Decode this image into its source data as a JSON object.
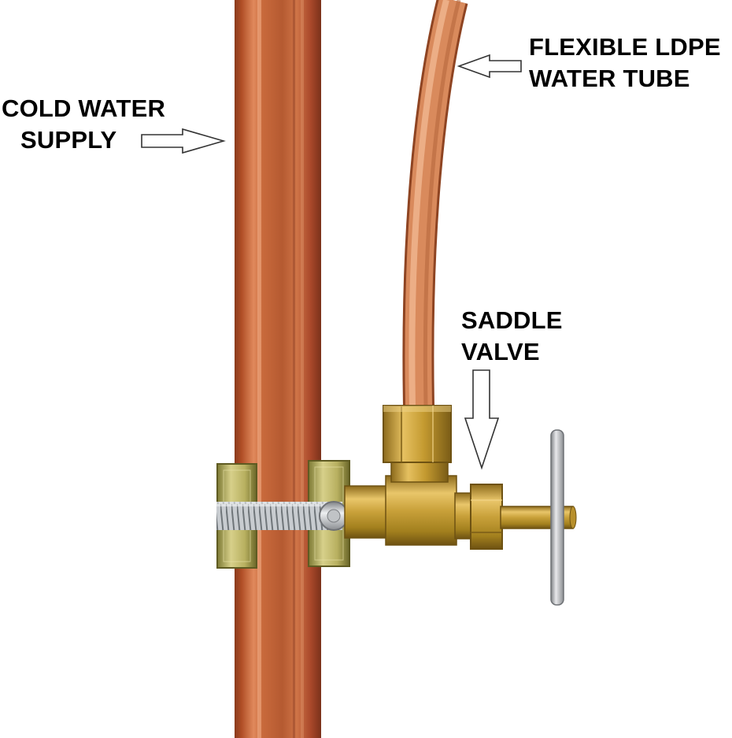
{
  "labels": {
    "cold_water_supply": {
      "line1": "COLD WATER",
      "line2": "SUPPLY"
    },
    "flexible_tube": {
      "line1": "FLEXIBLE LDPE",
      "line2": "WATER TUBE"
    },
    "saddle_valve": {
      "line1": "SADDLE",
      "line2": "VALVE"
    }
  },
  "colors": {
    "background": "#ffffff",
    "label_text": "#000000",
    "copper": "#c4643a",
    "copper_tube": "#d98a5c",
    "brass": "#c9a13a",
    "zinc_plate": "#b8b060",
    "steel": "#b7b9bc",
    "arrow_fill": "#ffffff",
    "arrow_stroke": "#333333"
  },
  "parts": [
    "cold-water-copper-pipe",
    "flexible-ldpe-water-tube",
    "saddle-clamp",
    "clamp-bolt",
    "brass-tee-body",
    "compression-nut",
    "packing-nut",
    "valve-stem",
    "t-handle"
  ]
}
